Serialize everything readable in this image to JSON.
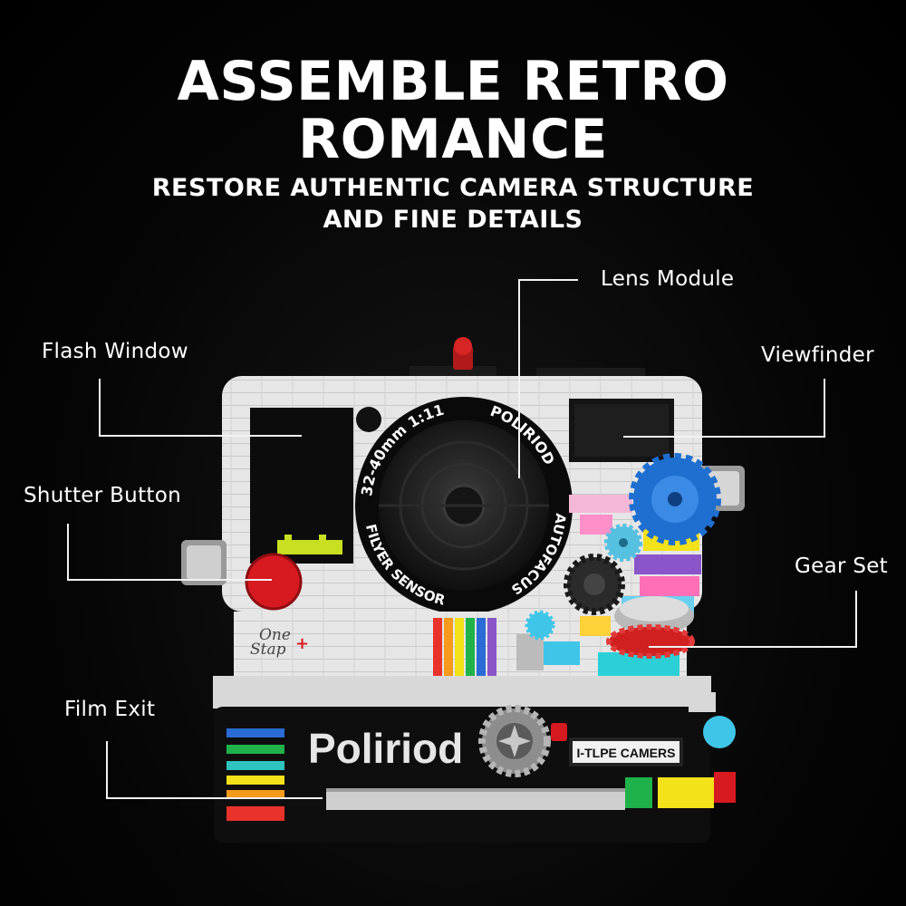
{
  "headline": {
    "title_line1": "ASSEMBLE RETRO",
    "title_line2": "ROMANCE",
    "subtitle_line1": "RESTORE AUTHENTIC CAMERA STRUCTURE",
    "subtitle_line2": "AND FINE DETAILS"
  },
  "callouts": {
    "lens_module": "Lens Module",
    "flash_window": "Flash Window",
    "viewfinder": "Viewfinder",
    "shutter_button": "Shutter Button",
    "gear_set": "Gear Set",
    "film_exit": "Film Exit"
  },
  "camera": {
    "brand": "Poliriod",
    "model_plate": "I-TLPE CAMERS",
    "logo_script_line1": "One",
    "logo_script_line2": "Stap",
    "lens_ring_top_left": "32-40mm 1:11",
    "lens_ring_top_right": "POLIRIOD",
    "lens_ring_bottom_right": "AUTOFACUS",
    "lens_ring_bottom": "FILYER SENSOR"
  },
  "colors": {
    "background": "#000000",
    "body_white": "#e8e8e8",
    "shutter_red": "#d71920",
    "gear_blue": "#1e6fd0",
    "gear_red": "#d02020",
    "stripes": [
      "#2a6bd6",
      "#1fb24a",
      "#f3e11a",
      "#f59a1a",
      "#e8322a"
    ]
  }
}
